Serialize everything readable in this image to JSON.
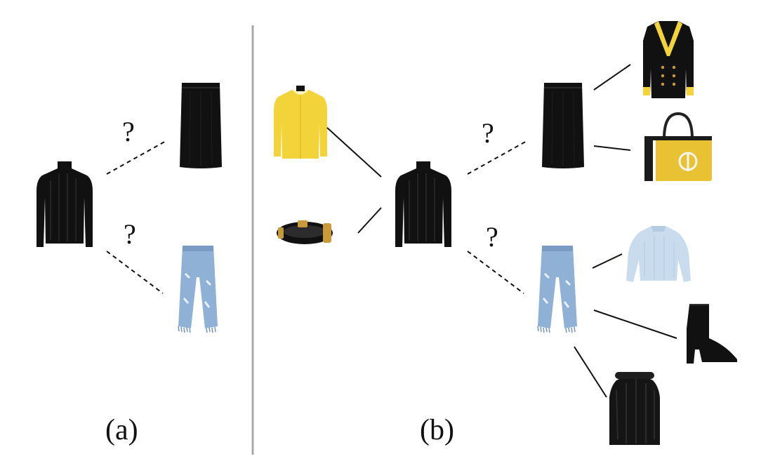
{
  "panels": {
    "a": {
      "label": "(a)",
      "question_marks": [
        "?",
        "?"
      ],
      "items": [
        "black-turtleneck-sweater",
        "black-pencil-skirt",
        "distressed-jeans"
      ]
    },
    "b": {
      "label": "(b)",
      "question_marks": [
        "?",
        "?"
      ],
      "items": [
        "yellow-cardigan",
        "black-gold-bracelet",
        "black-turtleneck-sweater",
        "black-pencil-skirt",
        "distressed-jeans",
        "black-yellow-blazer",
        "yellow-handbag",
        "light-blue-sweater",
        "black-ankle-boot",
        "black-fur-coat"
      ]
    }
  },
  "colors": {
    "divider": "#a8a8a8",
    "garment_black": "#111111",
    "yellow": "#f2d43a",
    "denim": "#8fb1d6",
    "light_blue": "#c9dcee",
    "gold": "#c99a3a"
  }
}
